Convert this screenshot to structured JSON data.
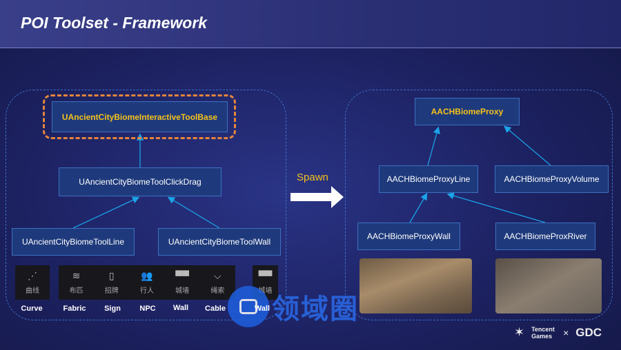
{
  "title": "POI Toolset - Framework",
  "left": {
    "base": "UAncientCityBiomeInteractiveToolBase",
    "clickdrag": "UAncientCityBiomeToolClickDrag",
    "line": "UAncientCityBiomeToolLine",
    "wall": "UAncientCityBiomeToolWall"
  },
  "tools": [
    {
      "cn": "曲线",
      "en": "Curve",
      "icon": "curve-icon"
    },
    {
      "cn": "布匹",
      "en": "Fabric",
      "icon": "fabric-icon"
    },
    {
      "cn": "招牌",
      "en": "Sign",
      "icon": "sign-icon"
    },
    {
      "cn": "行人",
      "en": "NPC",
      "icon": "npc-icon"
    },
    {
      "cn": "城墙",
      "en": "Wall",
      "icon": "wall-icon"
    },
    {
      "cn": "绳索",
      "en": "Cable",
      "icon": "cable-icon"
    },
    {
      "cn": "城墙",
      "en": "Wall",
      "icon": "wall-icon"
    }
  ],
  "spawn": "Spawn",
  "right": {
    "proxy": "AACHBiomeProxy",
    "line": "AACHBiomeProxyLine",
    "volume": "AACHBiomeProxyVolume",
    "wall": "AACHBiomeProxyWall",
    "river": "AACHBiomeProxRiver"
  },
  "watermark": "领域圈",
  "footer": {
    "tencent": "Tencent Games",
    "x": "×",
    "gdc": "GDC"
  }
}
